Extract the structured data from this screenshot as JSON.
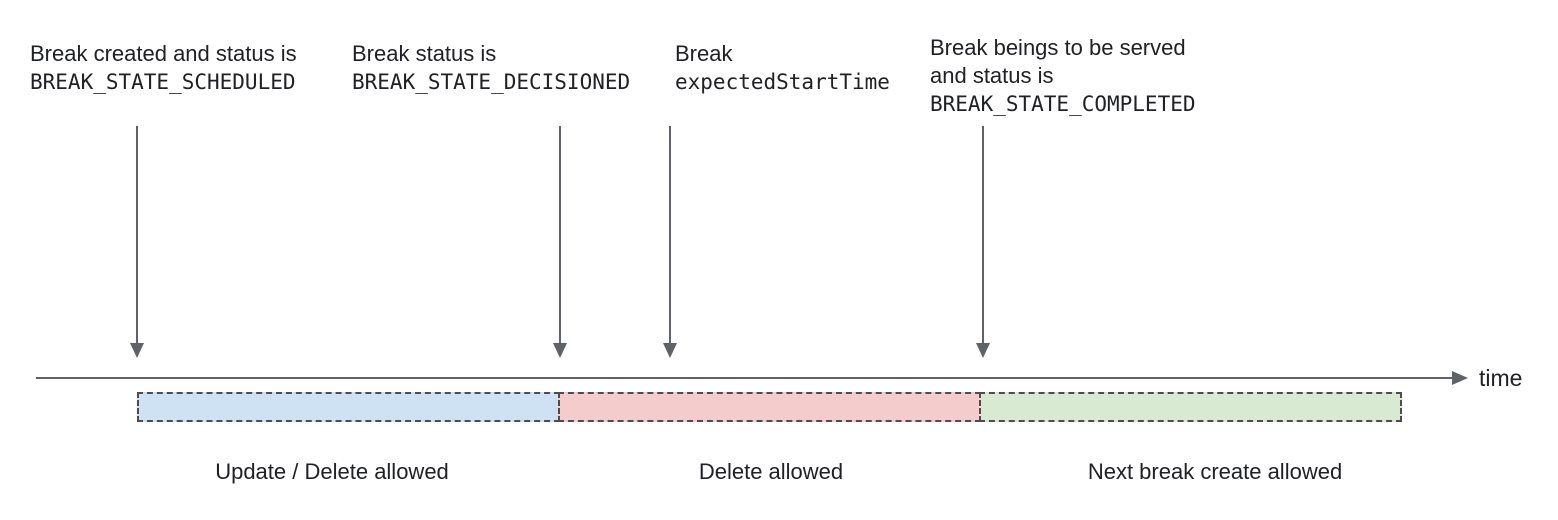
{
  "annotations": [
    {
      "line1": "Break created and status is",
      "code": "BREAK_STATE_SCHEDULED"
    },
    {
      "line1": "Break status is",
      "code": "BREAK_STATE_DECISIONED"
    },
    {
      "line1": "Break",
      "code": "expectedStartTime"
    },
    {
      "line1": "Break beings to be served",
      "line2": "and status is",
      "code": "BREAK_STATE_COMPLETED"
    }
  ],
  "axis_label": "time",
  "segments": [
    {
      "label": "Update / Delete allowed",
      "color": "#cfe2f3"
    },
    {
      "label": "Delete allowed",
      "color": "#f4cccc"
    },
    {
      "label": "Next break create allowed",
      "color": "#d9ead3"
    }
  ],
  "colors": {
    "text": "#202124",
    "line": "#5f6368",
    "segment_border": "#4d4d4d"
  }
}
